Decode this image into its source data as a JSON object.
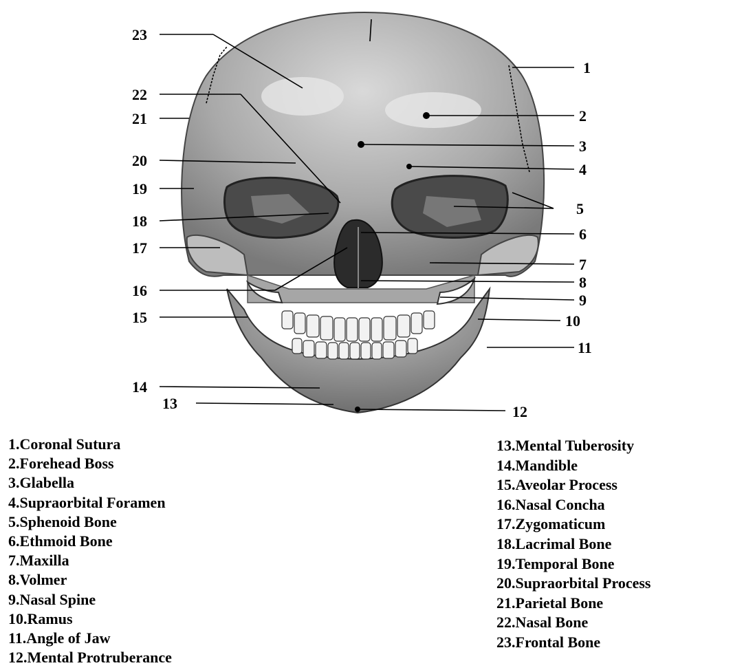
{
  "diagram": {
    "markers": [
      "1",
      "2",
      "3",
      "4",
      "5",
      "6",
      "7",
      "8",
      "9",
      "10",
      "11",
      "12",
      "13",
      "14",
      "15",
      "16",
      "17",
      "18",
      "19",
      "20",
      "21",
      "22",
      "23"
    ]
  },
  "legend": {
    "left": [
      "1.Coronal Sutura",
      "2.Forehead Boss",
      "3.Glabella",
      "4.Supraorbital Foramen",
      "5.Sphenoid Bone",
      "6.Ethmoid Bone",
      "7.Maxilla",
      "8.Volmer",
      "9.Nasal Spine",
      "10.Ramus",
      "11.Angle of Jaw",
      "12.Mental Protruberance"
    ],
    "right": [
      "13.Mental Tuberosity",
      "14.Mandible",
      "15.Aveolar Process",
      "16.Nasal Concha",
      "17.Zygomaticum",
      "18.Lacrimal Bone",
      "19.Temporal Bone",
      "20.Supraorbital Process",
      "21.Parietal Bone",
      "22.Nasal Bone",
      "23.Frontal Bone"
    ]
  }
}
